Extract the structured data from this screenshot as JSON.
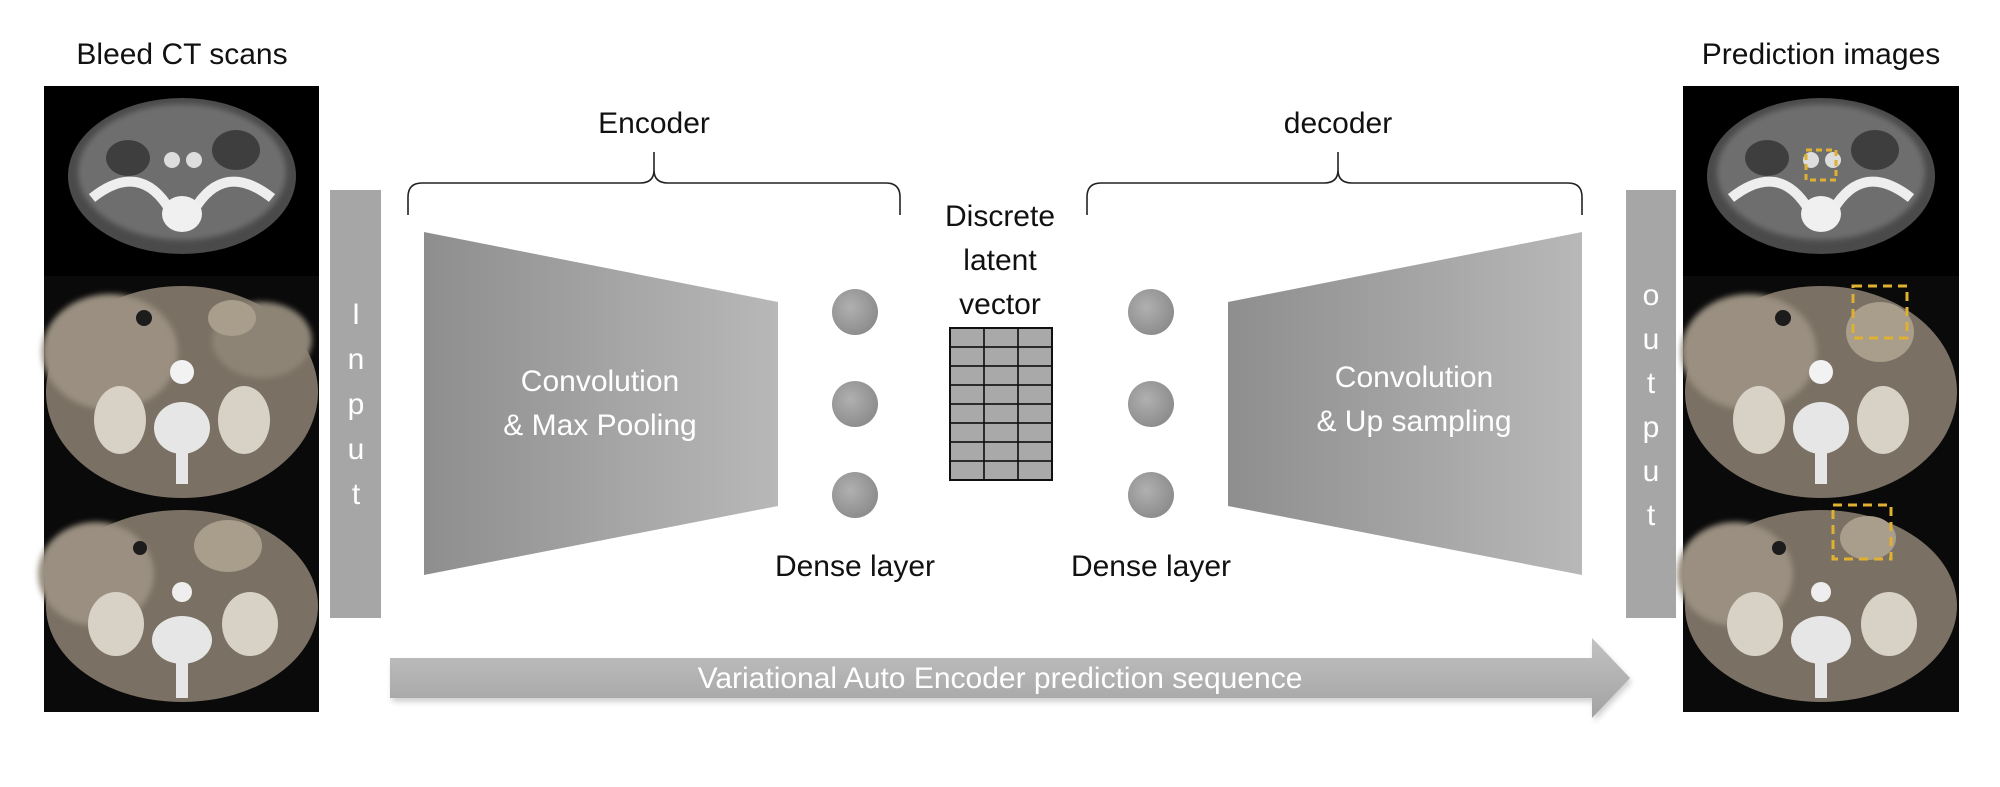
{
  "left_panel": {
    "title": "Bleed CT scans"
  },
  "right_panel": {
    "title": "Prediction images"
  },
  "input_bar": {
    "label": "Input"
  },
  "output_bar": {
    "label": "output"
  },
  "encoder": {
    "bracket_label": "Encoder",
    "block_line1": "Convolution",
    "block_line2": "& Max Pooling",
    "dense_label": "Dense layer"
  },
  "decoder": {
    "bracket_label": "decoder",
    "block_line1": "Convolution",
    "block_line2": "& Up sampling",
    "dense_label": "Dense layer"
  },
  "latent": {
    "line1": "Discrete",
    "line2": "latent",
    "line3": "vector",
    "grid_rows": 8,
    "grid_cols": 3
  },
  "sequence_arrow": {
    "label": "Variational Auto Encoder prediction sequence"
  },
  "colors": {
    "bar": "#a6a6a6",
    "trapezoid_dark": "#8c8c8c",
    "trapezoid_light": "#c4c4c4",
    "node": "#999999",
    "arrow": "#b3b3b3",
    "highlight_box": "#e0b030"
  }
}
